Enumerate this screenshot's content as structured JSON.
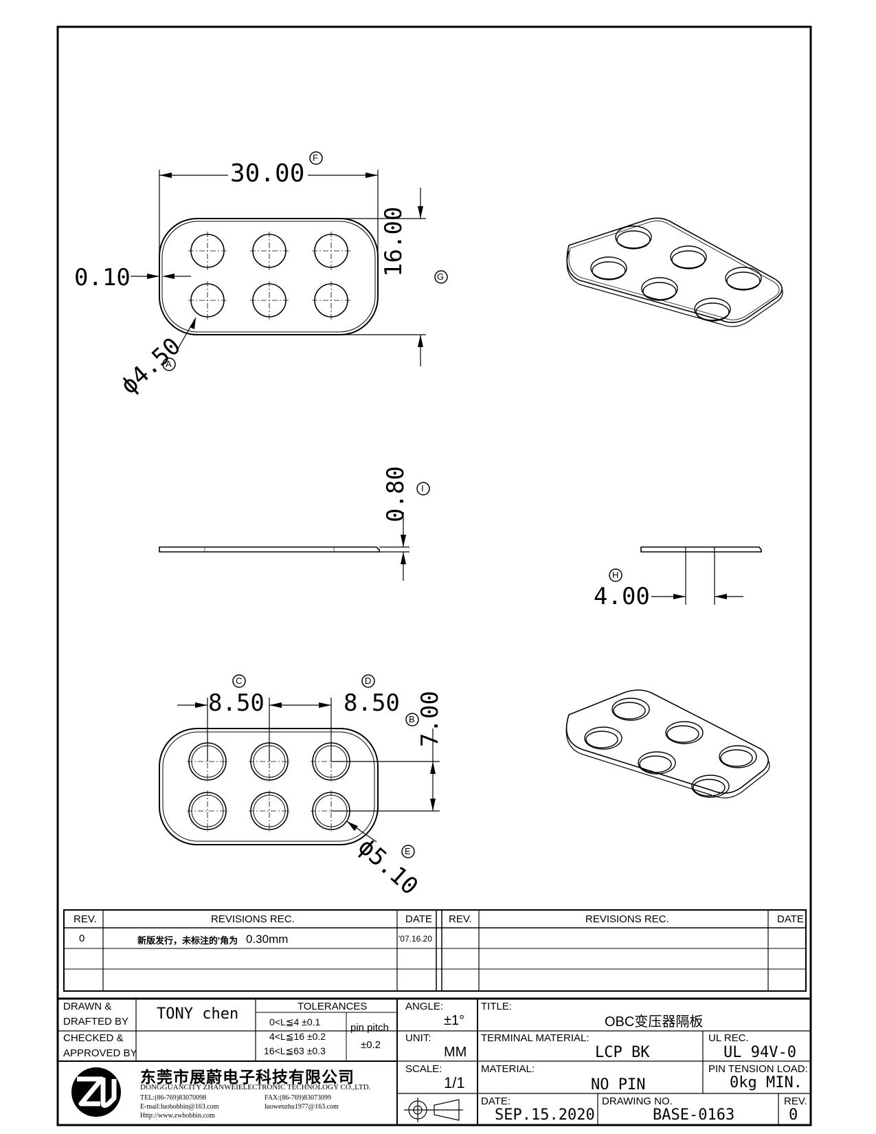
{
  "dimensions": {
    "width": "30.00",
    "height": "16.00",
    "edge": "0.10",
    "hole_dia": "ϕ4.50",
    "thickness": "0.80",
    "side_width": "4.00",
    "pitch_c": "8.50",
    "pitch_d": "8.50",
    "row_pitch": "7.00",
    "outer_hole_dia": "ϕ5.10"
  },
  "callouts": {
    "A": "A",
    "B": "B",
    "C": "C",
    "D": "D",
    "E": "E",
    "F": "F",
    "G": "G",
    "H": "H",
    "I": "I"
  },
  "revisions": {
    "header_rev": "REV.",
    "header_rec": "REVISIONS  REC.",
    "header_date": "DATE",
    "rows": [
      {
        "rev": "0",
        "rec_cn": "新版发行，未标注的'角为",
        "rec_val": "0.30mm",
        "date": "'07.16.20"
      }
    ]
  },
  "title_block": {
    "drawn_label": "DRAWN &",
    "drafted_label": "DRAFTED BY",
    "drawn_by": "TONY chen",
    "checked_label": "CHECKED &",
    "approved_label": "APPROVED BY",
    "tolerances_label": "TOLERANCES",
    "tol1": "0<L≦4   ±0.1",
    "tol2": "4<L≦16  ±0.2",
    "tol3": "16<L≦63 ±0.3",
    "pin_pitch_label": "pin pitch",
    "pin_pitch_val": "±0.2",
    "angle_label": "ANGLE:",
    "angle_val": "±1°",
    "unit_label": "UNIT:",
    "unit_val": "MM",
    "scale_label": "SCALE:",
    "scale_val": "1/1",
    "title_label": "TITLE:",
    "title_val": "OBC变压器隔板",
    "terminal_label": "TERMINAL MATERIAL:",
    "terminal_val": "LCP BK",
    "ul_label": "UL REC.",
    "ul_val": "UL 94V-0",
    "material_label": "MATERIAL:",
    "material_val": "NO PIN",
    "pin_tension_label": "PIN TENSION LOAD:",
    "pin_tension_val": "0kg MIN.",
    "date_label": "DATE:",
    "date_val": "SEP.15.2020",
    "drawing_no_label": "DRAWING NO.",
    "drawing_no_val": "BASE-0163",
    "rev_label": "REV.",
    "rev_val": "0"
  },
  "company": {
    "name_cn": "东莞市展蔚电子科技有限公司",
    "name_en": "DONGGUANCITY ZHANWEIELECTRONIC TECHNOLOGY CO.,LTD.",
    "tel": "TEL:(86-769)83070098",
    "fax": "FAX:(86-769)83073099",
    "email1": "E-mail:luobobbin@163.com",
    "email2": "luowenzhu1977@163.com",
    "http": "Http://www.zwbobbin.com"
  }
}
